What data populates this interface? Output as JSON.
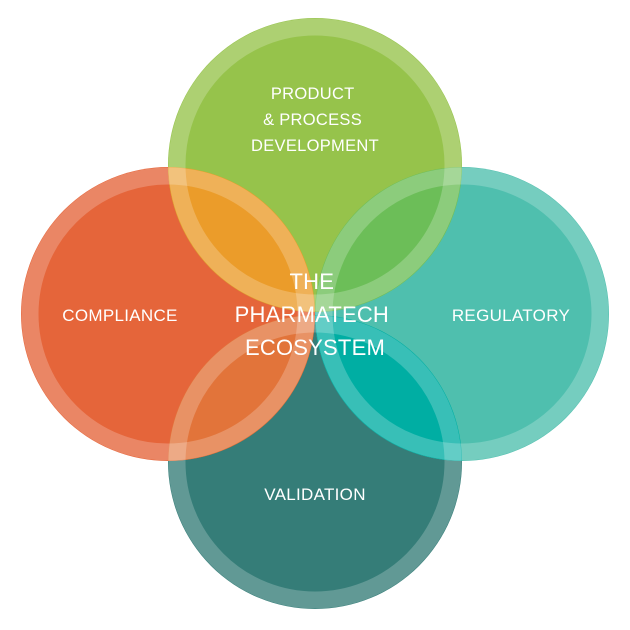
{
  "diagram": {
    "center": {
      "lines": [
        "THE",
        "PHARMATECH",
        "ECOSYSTEM"
      ]
    },
    "circles": {
      "top": {
        "lines": [
          "PRODUCT",
          "& PROCESS",
          "DEVELOPMENT"
        ],
        "color": "#96c34b"
      },
      "left": {
        "lines": [
          "COMPLIANCE"
        ],
        "color": "#e5653a"
      },
      "right": {
        "lines": [
          "REGULATORY"
        ],
        "color": "#4fbfae"
      },
      "bottom": {
        "lines": [
          "VALIDATION"
        ],
        "color": "#357d78"
      }
    },
    "overlap_colors": {
      "top_left": "#eb9c2a",
      "top_right": "#6cbe58",
      "bottom_left": "#e2743a",
      "bottom_right": "#00aea3",
      "ring": "#ffffff"
    }
  }
}
